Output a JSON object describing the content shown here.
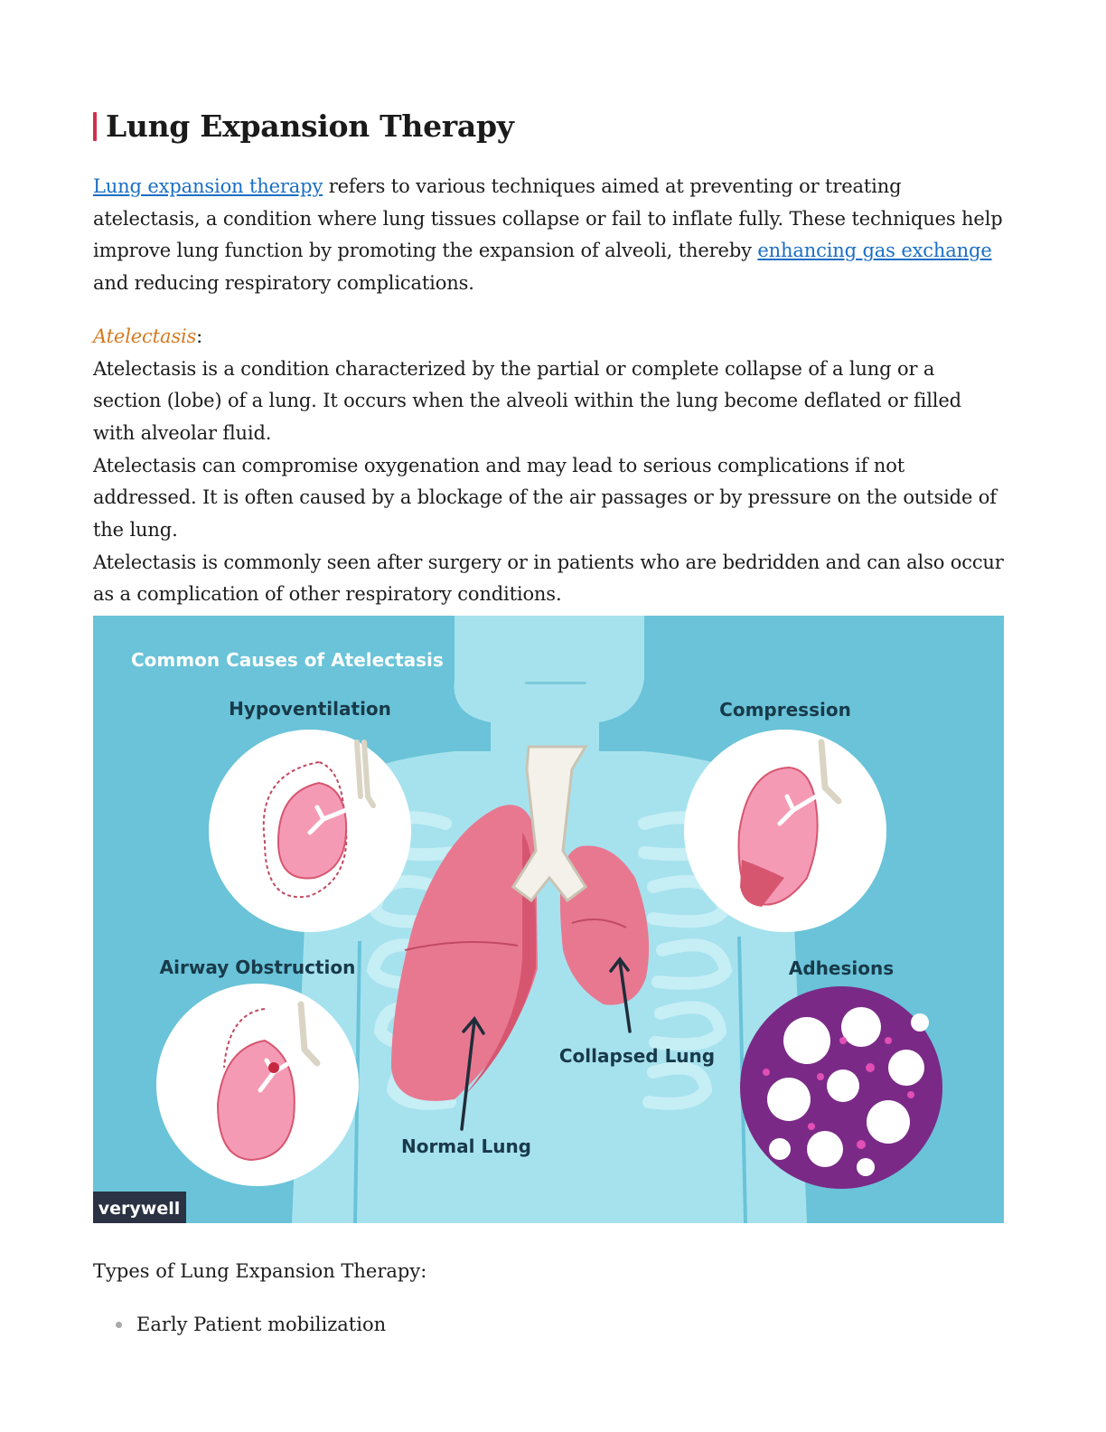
{
  "heading": {
    "title": "Lung Expansion Therapy"
  },
  "intro": {
    "link1": "Lung expansion therapy",
    "text1": " refers to various techniques aimed at preventing or treating atelectasis, a condition where lung tissues collapse or fail to inflate fully. These techniques help improve lung function by promoting the expansion of alveoli, thereby ",
    "link2": "enhancing gas exchange",
    "text2": " and reducing respiratory complications."
  },
  "atelectasis": {
    "term": "Atelectasis",
    "colon": ":",
    "p1": "Atelectasis is a condition characterized by the partial or complete collapse of a lung or a section (lobe) of a lung. It occurs when the alveoli within the lung become deflated or filled with alveolar fluid.",
    "p2": "Atelectasis can compromise oxygenation and may lead to serious complications if not addressed. It is often caused by a blockage of the air passages or by pressure on the outside of the lung.",
    "p3": "Atelectasis is commonly seen after surgery or in patients who are bedridden and can also occur as a complication of other respiratory conditions."
  },
  "figure": {
    "title": "Common Causes of Atelectasis",
    "labels": {
      "hypoventilation": "Hypoventilation",
      "compression": "Compression",
      "airway_obstruction": "Airway Obstruction",
      "adhesions": "Adhesions",
      "collapsed_lung": "Collapsed Lung",
      "normal_lung": "Normal Lung"
    },
    "logo": "verywell",
    "colors": {
      "background": "#6ac3d8",
      "body": "#a6e2ee",
      "lung": "#e87890",
      "lung_dark": "#d65670",
      "inset_lung": "#f59ab5",
      "adhesion_purple": "#7a2a86",
      "label_text": "#183a4a"
    }
  },
  "types": {
    "heading": "Types of Lung Expansion Therapy:",
    "items": [
      "Early Patient mobilization"
    ]
  }
}
